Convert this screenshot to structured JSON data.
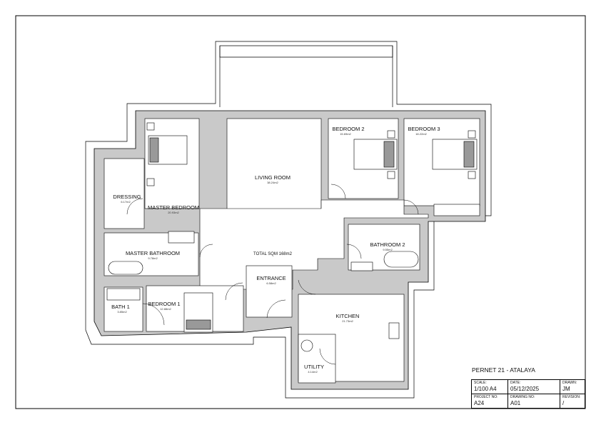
{
  "project_title": "PERNET 21 - ATALAYA",
  "title_block": {
    "scale_label": "SCALE:",
    "scale": "1/100 A4",
    "date_label": "DATE:",
    "date": "05/12/2025",
    "drawn_label": "DRAWN:",
    "drawn": "JM",
    "project_no_label": "PROJECT NO:",
    "project_no": "A24",
    "drawing_no_label": "DRAWING NO:",
    "drawing_no": "A01",
    "revision_label": "REVISION:",
    "revision": "/"
  },
  "total": "TOTAL SQM 168m2",
  "rooms": [
    {
      "name": "MASTER BEDROOM",
      "area": "20.93m2"
    },
    {
      "name": "DRESSING",
      "area": "6.17m2"
    },
    {
      "name": "MASTER BATHROOM",
      "area": "9.78m2"
    },
    {
      "name": "LIVING ROOM",
      "area": "38.24m2"
    },
    {
      "name": "BEDROOM 2",
      "area": "15.69m2"
    },
    {
      "name": "BEDROOM 3",
      "area": "18.22m2"
    },
    {
      "name": "BATHROOM 2",
      "area": "9.55m2"
    },
    {
      "name": "ENTRANCE",
      "area": "6.58m2"
    },
    {
      "name": "KITCHEN",
      "area": "21.73m2"
    },
    {
      "name": "UTILITY",
      "area": "4.14m2"
    },
    {
      "name": "BEDROOM 1",
      "area": "12.88m2"
    },
    {
      "name": "BATH 1",
      "area": "3.85m2"
    }
  ],
  "colors": {
    "wall": "#c9c9c9",
    "line": "#000000"
  }
}
